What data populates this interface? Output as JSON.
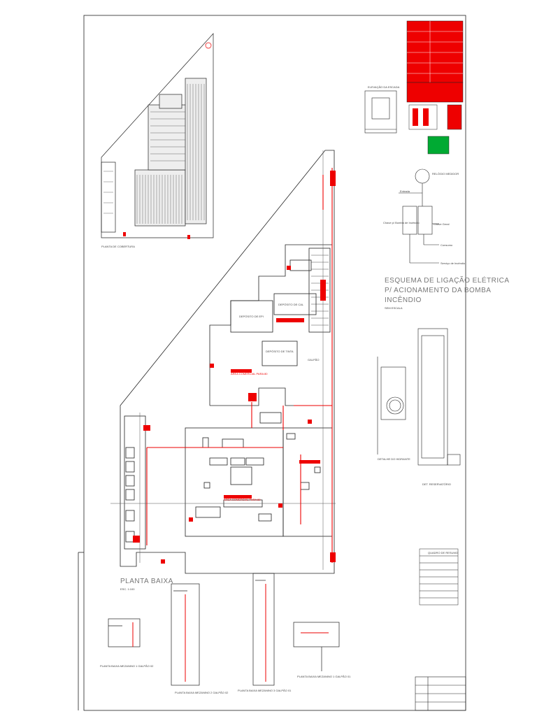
{
  "drawing": {
    "plans": {
      "main_title": "PLANTA BAIXA",
      "main_scale": "ESC. 1:100",
      "roof_title": "PLANTA DE COBERTURA",
      "mezz1_title": "PLANTA BAIXA MEZANINO 1 GALPÃO 02",
      "mezz2_title": "PLANTA BAIXA MEZANINO 2 GALPÃO 02",
      "mezz3_title": "PLANTA BAIXA MEZANINO 3 GALPÃO 01",
      "mezz4_title": "PLANTA BAIXA MEZANINO 1 GALPÃO 01"
    },
    "schematic": {
      "title_line1": "ESQUEMA DE LIGAÇÃO ELÉTRICA",
      "title_line2": "P/ ACIONAMENTO DA BOMBA",
      "title_line3": "INCÊNDIO",
      "scale": "SEM ESCALA",
      "entrada": "Entrada",
      "chave_geral": "Chave Geral",
      "consumo": "Consumo",
      "bomba_label": "Chave p/ Bomba de Incêndio",
      "servico_incendio": "Serviço de Incêndio",
      "meter_label": "RELÓGIO MEDIDOR"
    },
    "details": {
      "hydrant": "DETALHE DO HIDRANTE",
      "reservoir": "DET. RESERVATÓRIO",
      "elevation_title": "ELEVAÇÃO DA ESCADA"
    },
    "table": {
      "title": "QUADRO DE RESUMO"
    },
    "room_labels": {
      "room1": "DEPÓSITO DE CAL",
      "room2": "DEPÓSITO DE TINTA",
      "room3": "DEPÓSITO DE EPI",
      "room4": "GALPÃO",
      "area1": "ÁREA COMERCIAL PARA 80",
      "area2": "ÁREA COMERCIAL PARA 80"
    },
    "colors": {
      "line": "#222222",
      "mark": "#e00000",
      "text": "#555555"
    }
  }
}
